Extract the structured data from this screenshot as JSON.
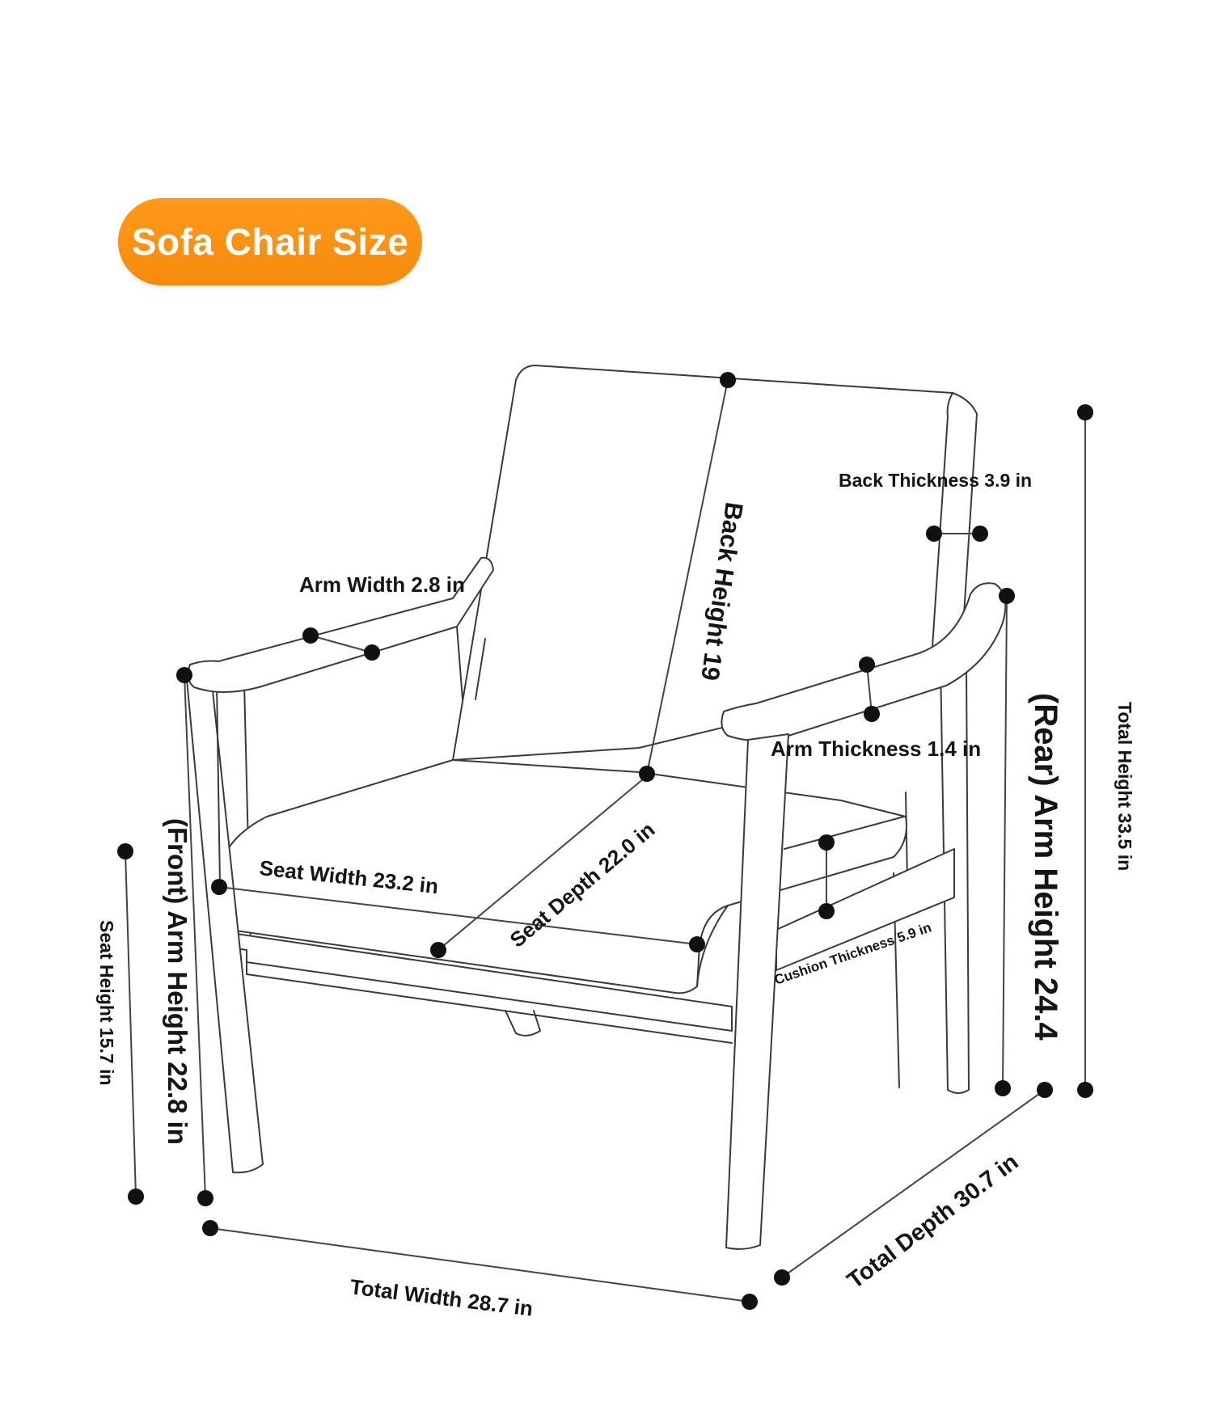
{
  "title": "Sofa Chair Size",
  "dimensions": {
    "back_height": "Back Height 19",
    "back_thickness": "Back Thickness 3.9 in",
    "arm_width": "Arm Width 2.8 in",
    "arm_thickness": "Arm Thickness 1.4 in",
    "rear_arm_height": "(Rear) Arm Height 24.4",
    "total_height": "Total Height 33.5 in",
    "front_arm_height": "(Front) Arm Height 22.8 in",
    "seat_width": "Seat Width 23.2 in",
    "seat_depth": "Seat Depth 22.0 in",
    "cushion_thickness": "Cushion Thickness 5.9 in",
    "seat_height": "Seat Height 15.7 in",
    "total_depth": "Total Depth 30.7 in",
    "total_width": "Total Width 28.7 in"
  },
  "colors": {
    "badge": "#f68a0c",
    "line": "#3a3a3a",
    "dot": "#111111"
  }
}
